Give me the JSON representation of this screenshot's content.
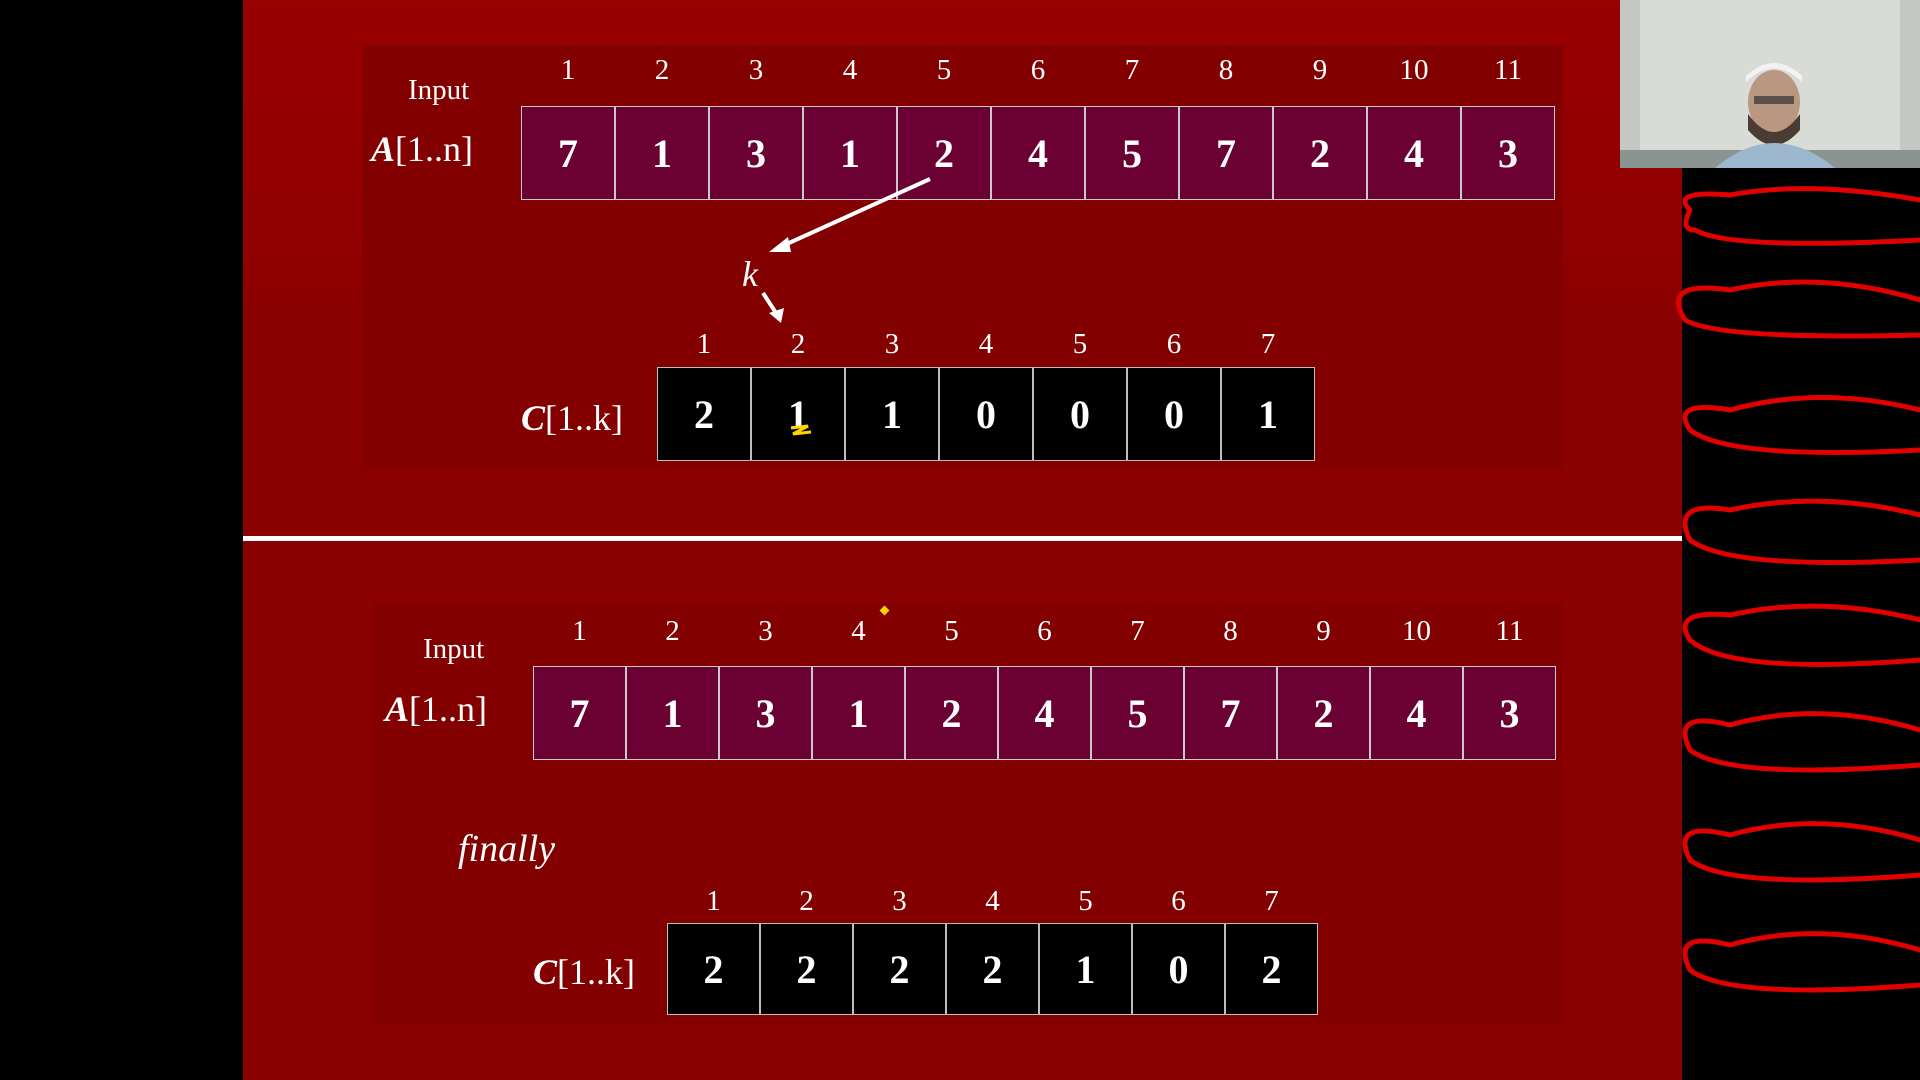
{
  "slide": {
    "top": {
      "input_label": "Input",
      "a_label": {
        "name": "A",
        "range": "[1..n]"
      },
      "a_indices": [
        "1",
        "2",
        "3",
        "4",
        "5",
        "6",
        "7",
        "8",
        "9",
        "10",
        "11"
      ],
      "a_values": [
        "7",
        "1",
        "3",
        "1",
        "2",
        "4",
        "5",
        "7",
        "2",
        "4",
        "3"
      ],
      "k_label": "k",
      "c_label": {
        "name": "C",
        "range": "[1..k]"
      },
      "c_indices": [
        "1",
        "2",
        "3",
        "4",
        "5",
        "6",
        "7"
      ],
      "c_values": [
        "2",
        "1",
        "1",
        "0",
        "0",
        "0",
        "1"
      ]
    },
    "bottom": {
      "input_label": "Input",
      "a_label": {
        "name": "A",
        "range": "[1..n]"
      },
      "a_indices": [
        "1",
        "2",
        "3",
        "4",
        "5",
        "6",
        "7",
        "8",
        "9",
        "10",
        "11"
      ],
      "a_values": [
        "7",
        "1",
        "3",
        "1",
        "2",
        "4",
        "5",
        "7",
        "2",
        "4",
        "3"
      ],
      "finally_label": "finally",
      "c_label": {
        "name": "C",
        "range": "[1..k]"
      },
      "c_indices": [
        "1",
        "2",
        "3",
        "4",
        "5",
        "6",
        "7"
      ],
      "c_values": [
        "2",
        "2",
        "2",
        "2",
        "1",
        "0",
        "2"
      ]
    }
  },
  "colors": {
    "slide_bg": "#8b0000",
    "array_a_cell": "#6b0033",
    "array_c_cell": "#000000",
    "annotation_yellow": "#ffd400",
    "annotation_red": "#e00000"
  },
  "webcam": {
    "description_icon": "presenter-video-icon"
  }
}
